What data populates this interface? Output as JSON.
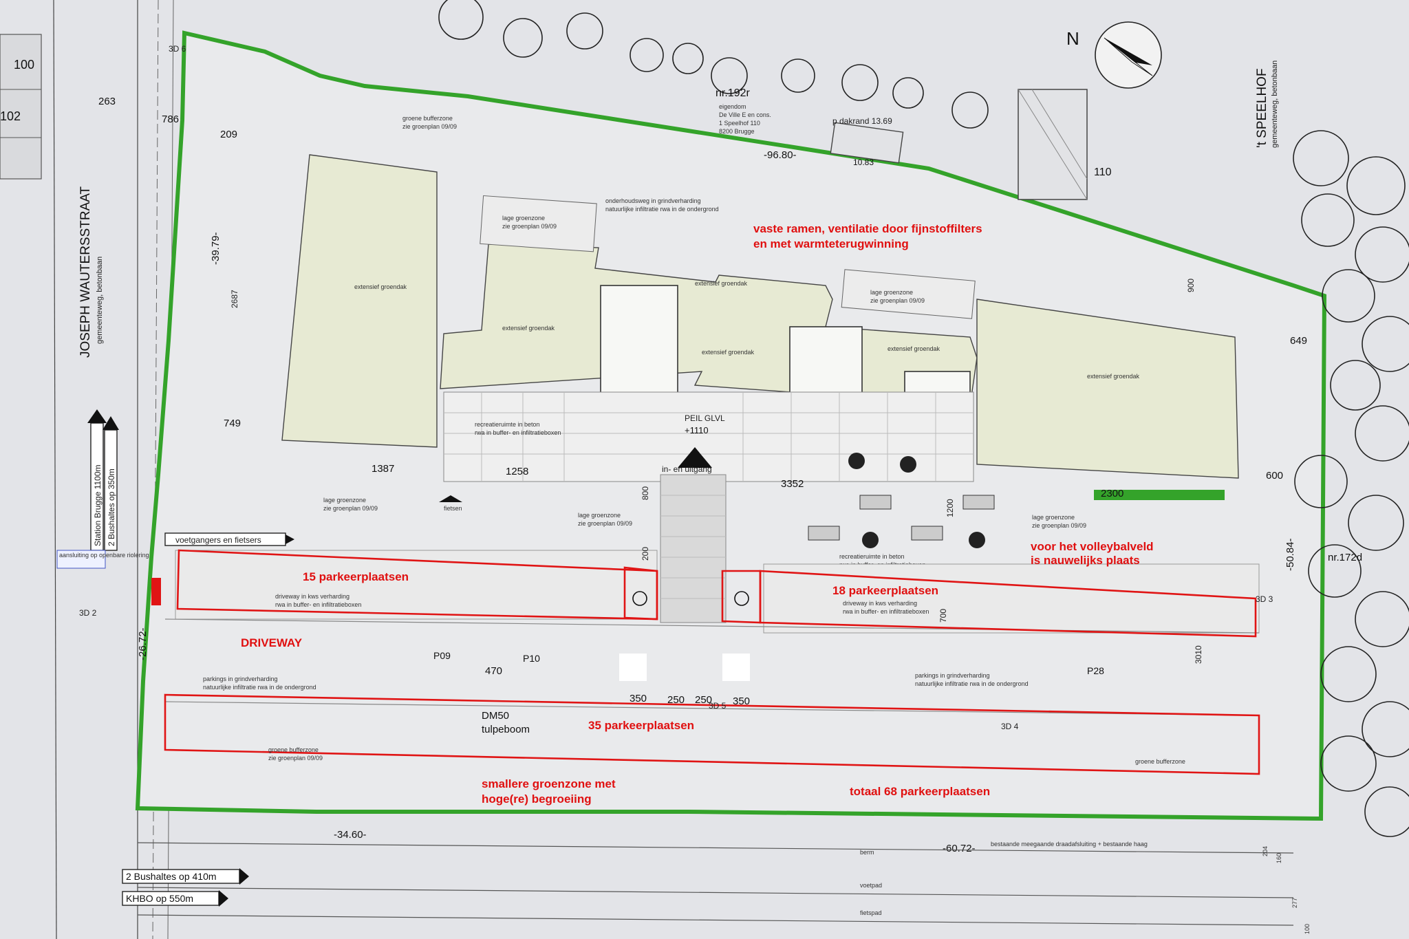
{
  "street_west": {
    "name": "JOSEPH WAUTERSSTRAAT",
    "subtitle": "gemeenteweg, betonbaan"
  },
  "street_east": {
    "name": "'t SPEELHOF",
    "subtitle": "gemeenteweg, betonbaan"
  },
  "neighbour": {
    "number": "nr.192r",
    "line1": "eigendom",
    "line2": "De Ville E en cons.",
    "line3": "1 Speelhof 110",
    "line4": "8200 Brugge"
  },
  "north_label": "N",
  "parcel_numbers": {
    "p100": "100",
    "p102": "102",
    "p110": "110",
    "p172": "nr.172d"
  },
  "dimensions": {
    "top": "-96.80-",
    "bottom_left": "-34.60-",
    "bottom_right": "-60.72-",
    "left_upper": "-39.79-",
    "left_lower": "-26.72-",
    "right": "-50.84-",
    "d1387": "1387",
    "d1258": "1258",
    "d749": "749",
    "d3352": "3352",
    "d2300": "2300",
    "d600": "600",
    "d470": "470",
    "d350a": "350",
    "d250a": "250",
    "d250b": "250",
    "d350b": "350",
    "d1200": "1200",
    "d700": "700",
    "d3010": "3010",
    "d649": "649",
    "d786": "786",
    "d263": "263",
    "d209": "209",
    "d2687": "2687",
    "d800": "800",
    "d200": "200",
    "d900": "900",
    "d204": "204",
    "d160": "160",
    "d277": "277",
    "d100": "100"
  },
  "annotations": {
    "ventilation_1": "vaste ramen, ventilatie door fijnstoffilters",
    "ventilation_2": "en met warmteterugwinning",
    "parking15": "15 parkeerplaatsen",
    "parking18": "18 parkeerplaatsen",
    "parking35": "35 parkeerplaatsen",
    "driveway": "DRIVEWAY",
    "volley_1": "voor het volleybalveld",
    "volley_2": "is nauwelijks plaats",
    "greenzone_1": "smallere groenzone met",
    "greenzone_2": "hoge(re) begroeiing",
    "total": "totaal 68 parkeerplaatsen"
  },
  "plan_labels": {
    "extensive_roof": "extensief groendak",
    "low_green": "lage groenzone",
    "see_green_plan": "zie groenplan 09/09",
    "green_buffer": "groene bufferzone",
    "maintenance_road_1": "onderhoudsweg in grindverharding",
    "maintenance_road_2": "natuurlijke infiltratie rwa in de ondergrond",
    "recreation_1": "recreatieruimte in beton",
    "recreation_2": "rwa in buffer- en infiltratieboxen",
    "peil_1": "PEIL GLVL",
    "peil_2": "+1110",
    "entrance": "in- en uitgang",
    "bikes": "fietsen",
    "pedestrians": "voetgangers en fietsers",
    "driveway_kws_1": "driveway in kws verharding",
    "driveway_kws_2": "rwa in buffer- en infiltratieboxen",
    "parking_gravel_1": "parkings in grindverharding",
    "parking_gravel_2": "natuurlijke infiltratie rwa in de ondergrond",
    "tree": "DM50",
    "tree_species": "tulpeboom",
    "p09": "P09",
    "p10": "P10",
    "p28": "P28",
    "sd5": "3D 5",
    "sd4": "3D 4",
    "sd3": "3D 3",
    "sd2": "3D 2",
    "sd6": "3D 6",
    "connection": "aansluiting op openbare riolering",
    "berm": "berm",
    "voetpad": "voetpad",
    "fietspad": "fietspad",
    "fence": "bestaande meegaande draadafsluiting + bestaande haag",
    "pdakrand": "p dakrand 13.69",
    "d1083": "10.83"
  },
  "bus_signs": {
    "station": "Station Brugge 1100m",
    "bus350": "2 Bushaltes op 350m",
    "bus410": "2 Bushaltes op 410m",
    "khbo": "KHBO op 550m"
  }
}
